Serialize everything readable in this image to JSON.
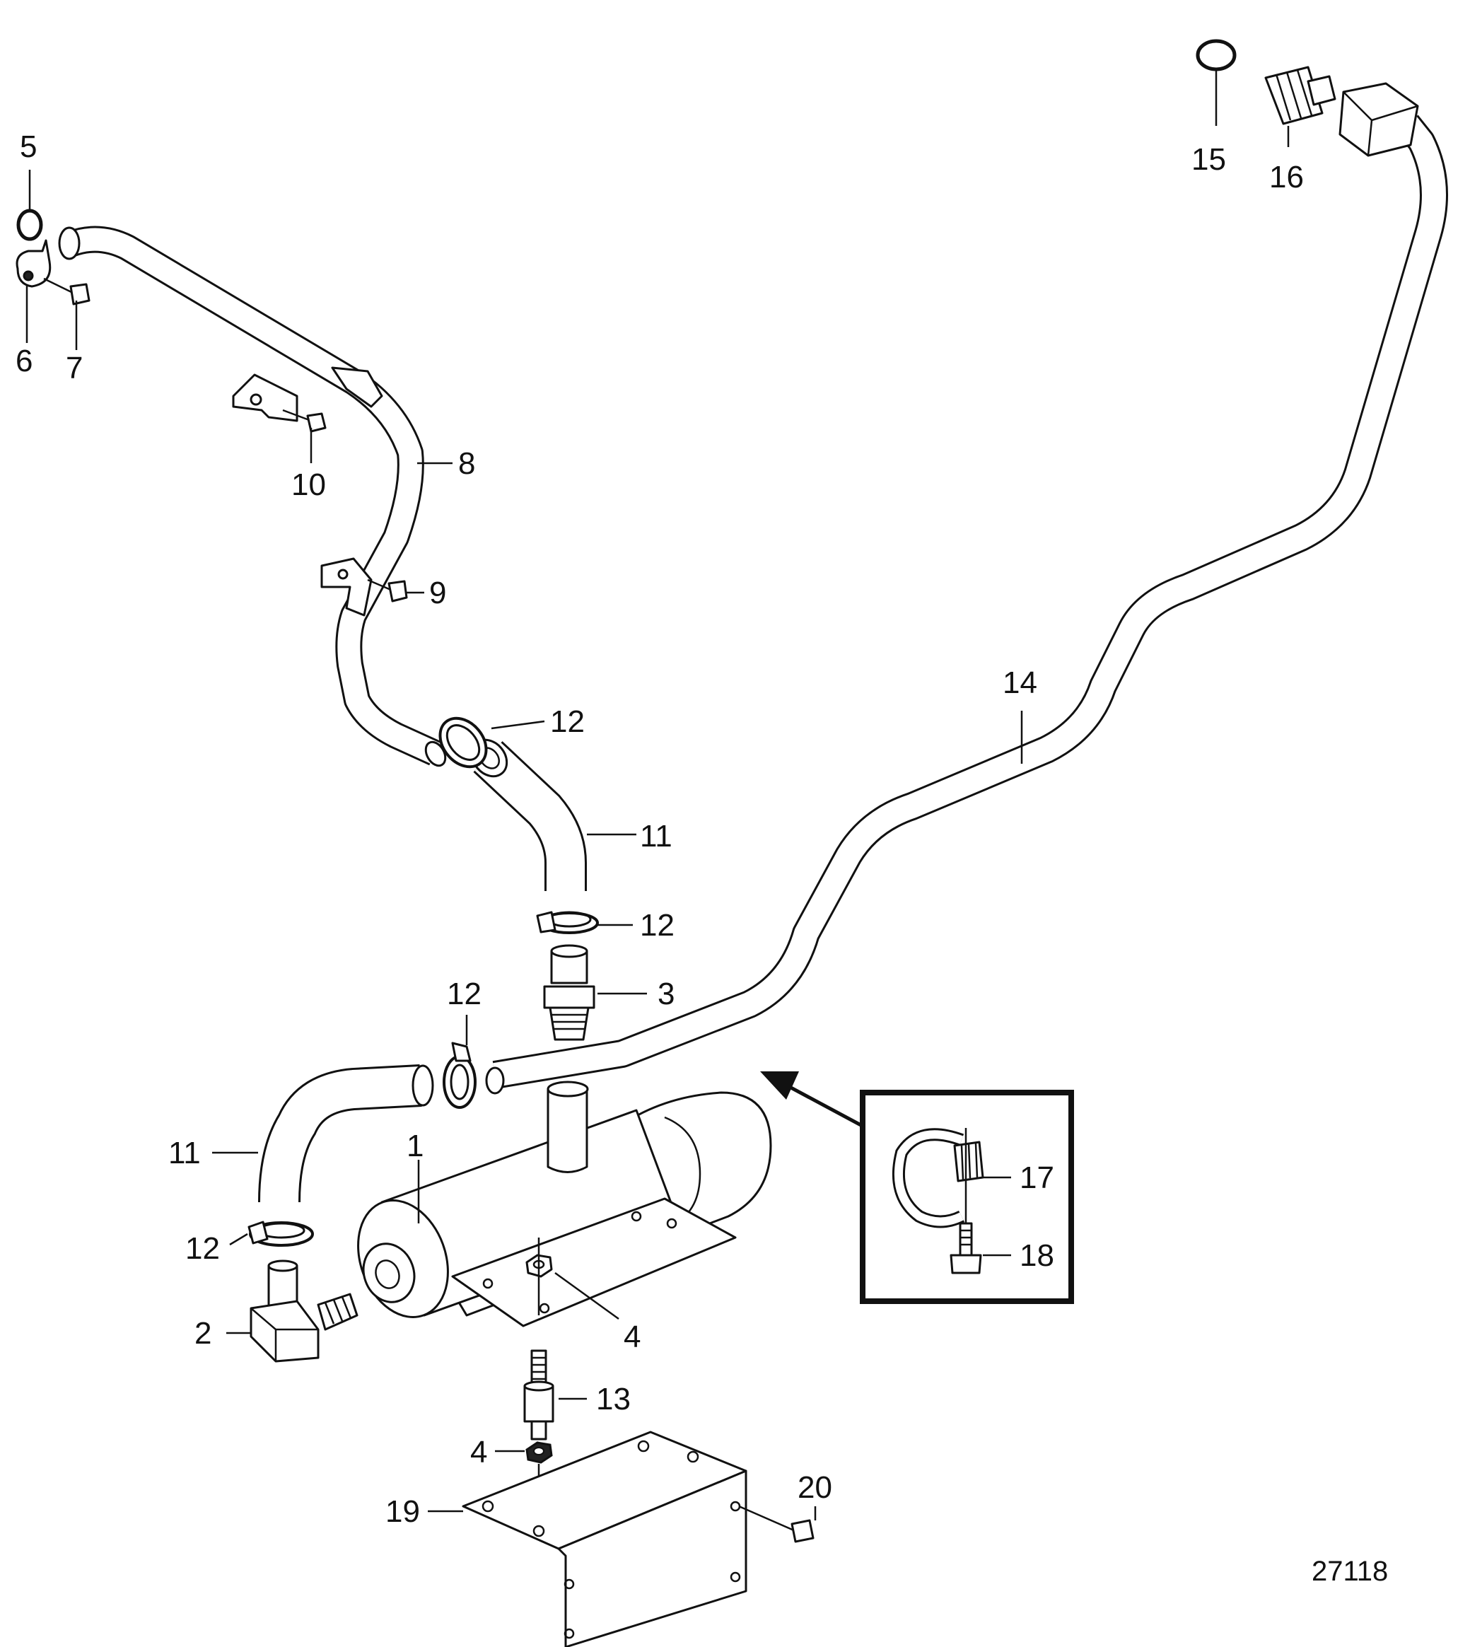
{
  "callouts": [
    "1",
    "2",
    "3",
    "4",
    "5",
    "6",
    "7",
    "8",
    "9",
    "10",
    "11",
    "12",
    "13",
    "14",
    "15",
    "16",
    "17",
    "18",
    "19",
    "20"
  ],
  "labels": {
    "p1": "1",
    "p2": "2",
    "p3": "3",
    "p4a": "4",
    "p4b": "4",
    "p5": "5",
    "p6": "6",
    "p7": "7",
    "p8": "8",
    "p9": "9",
    "p10": "10",
    "p11a": "11",
    "p11b": "11",
    "p12a": "12",
    "p12b": "12",
    "p12c": "12",
    "p12d": "12",
    "p13": "13",
    "p14": "14",
    "p15": "15",
    "p16": "16",
    "p17": "17",
    "p18": "18",
    "p19": "19",
    "p20": "20"
  },
  "figure_number": "27118"
}
